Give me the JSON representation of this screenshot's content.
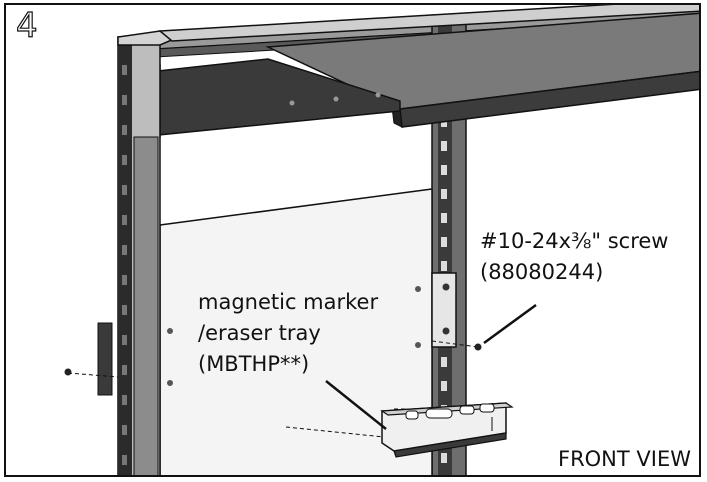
{
  "step_number": "4",
  "callouts": {
    "screw": {
      "line1": "#10-24x⅜\" screw",
      "line2": "(88080244)"
    },
    "tray": {
      "line1": "magnetic marker",
      "line2": "/eraser tray",
      "line3": "(MBTHP**)"
    }
  },
  "view_label": "FRONT VIEW",
  "colors": {
    "frame_dark": "#2b2b2b",
    "frame_mid": "#6e6e6e",
    "frame_light": "#bdbdbd",
    "board": "#f4f4f4",
    "outline": "#111111"
  }
}
